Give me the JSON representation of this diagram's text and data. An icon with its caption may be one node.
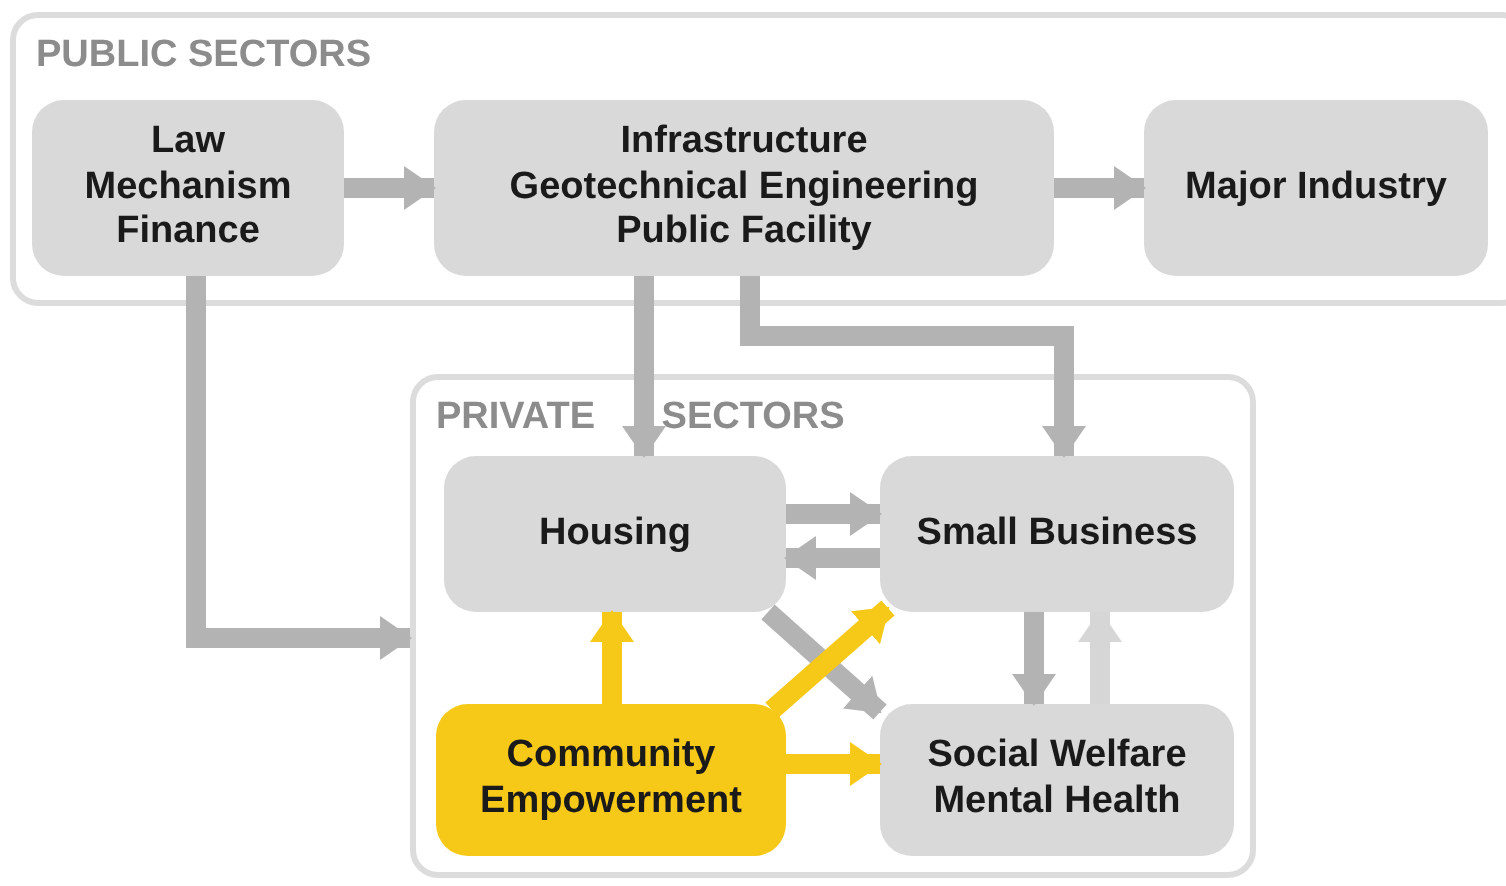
{
  "diagram": {
    "nodes": [
      {
        "text": [
          "PUBLIC SECTORS"
        ]
      },
      {
        "text": [
          "Law",
          "Mechanism",
          "Finance"
        ],
        "in": 0
      },
      {
        "text": [
          "Infrastructure",
          "Geotechnical Engineering",
          "Public Facility"
        ],
        "in": 0
      },
      {
        "text": [
          "Major Industry"
        ],
        "in": 0
      },
      {
        "text": [
          "PRIVATE SECTORS"
        ]
      },
      {
        "text": [
          "Housing"
        ],
        "in": 4
      },
      {
        "text": [
          "Small Business"
        ],
        "in": 4
      },
      {
        "text": [
          "Community Empowerment"
        ],
        "in": 4
      },
      {
        "text": [
          "Social Welfare",
          "Mental Health"
        ],
        "in": 4
      }
    ],
    "edges": [
      {
        "from": 1,
        "to": 2,
        "arrow": "to"
      },
      {
        "from": 2,
        "to": 3,
        "arrow": "to"
      },
      {
        "from": 1,
        "to": 4,
        "arrow": "to"
      },
      {
        "from": 2,
        "to": 5,
        "arrow": "to"
      },
      {
        "from": 2,
        "to": 6,
        "arrow": "to"
      },
      {
        "from": 5,
        "to": 6,
        "arrow": "to"
      },
      {
        "from": 6,
        "to": 5,
        "arrow": "to"
      },
      {
        "from": 5,
        "to": 8,
        "arrow": "to"
      },
      {
        "from": 7,
        "to": 5,
        "arrow": "to",
        "color": "#f6c818"
      },
      {
        "from": 7,
        "to": 6,
        "arrow": "to",
        "color": "#f6c818"
      },
      {
        "from": 7,
        "to": 8,
        "arrow": "to",
        "color": "#f6c818"
      },
      {
        "from": 6,
        "to": 8,
        "arrow": "to"
      },
      {
        "from": 8,
        "to": 6,
        "arrow": "to",
        "color": "#d6d6d6"
      }
    ]
  }
}
